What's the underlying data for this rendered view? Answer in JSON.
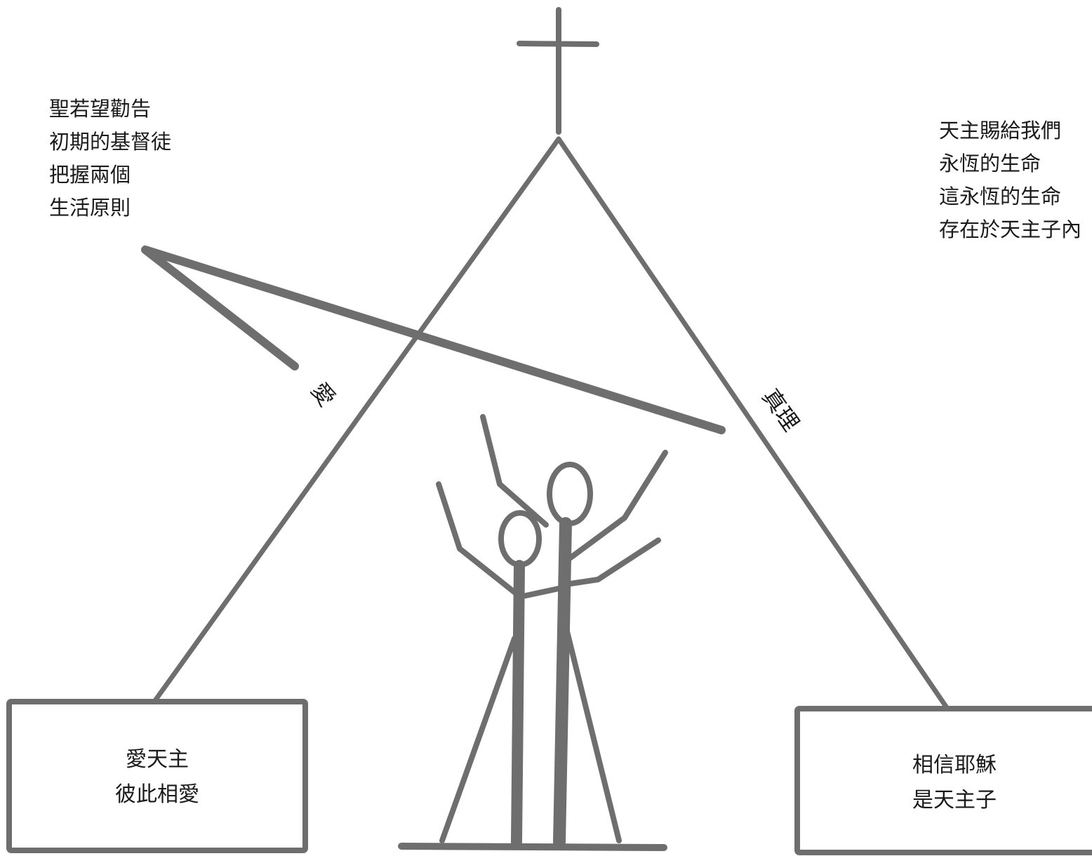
{
  "left_note": {
    "lines": [
      "聖若望勸告",
      "初期的基督徒",
      "把握兩個",
      "生活原則"
    ]
  },
  "right_note": {
    "lines": [
      "天主賜給我們",
      "永恆的生命",
      "這永恆的生命",
      "存在於天主子內"
    ]
  },
  "left_edge_label": "愛",
  "right_edge_label": "真理",
  "left_box": {
    "lines": [
      "愛天主",
      "彼此相愛"
    ]
  },
  "right_box": {
    "lines": [
      "相信耶穌",
      "是天主子"
    ]
  }
}
